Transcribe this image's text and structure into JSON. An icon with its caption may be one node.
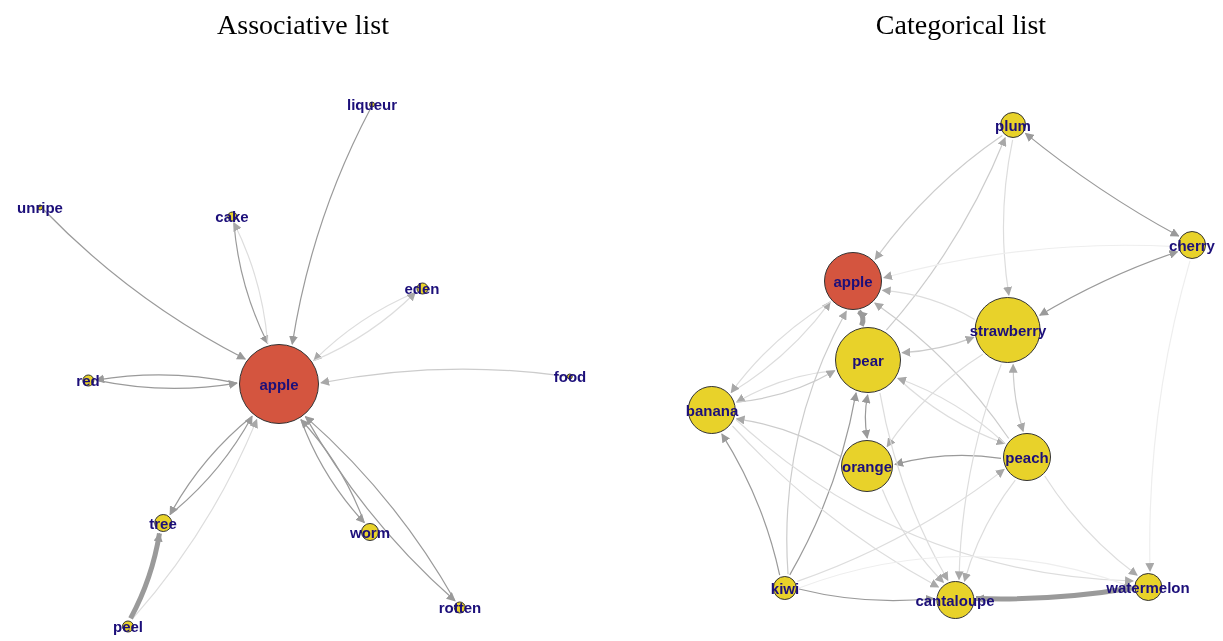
{
  "diagram": {
    "nodes": [
      {
        "text": [
          "apple"
        ]
      },
      {
        "text": [
          "liqueur"
        ]
      },
      {
        "text": [
          "unripe"
        ]
      },
      {
        "text": [
          "cake"
        ]
      },
      {
        "text": [
          "eden"
        ]
      },
      {
        "text": [
          "food"
        ]
      },
      {
        "text": [
          "red"
        ]
      },
      {
        "text": [
          "tree"
        ]
      },
      {
        "text": [
          "worm"
        ]
      },
      {
        "text": [
          "rotten"
        ]
      },
      {
        "text": [
          "peel"
        ]
      },
      {
        "text": [
          "plum"
        ]
      },
      {
        "text": [
          "cherry"
        ]
      },
      {
        "text": [
          "apple"
        ]
      },
      {
        "text": [
          "strawberry"
        ]
      },
      {
        "text": [
          "pear"
        ]
      },
      {
        "text": [
          "banana"
        ]
      },
      {
        "text": [
          "orange"
        ]
      },
      {
        "text": [
          "peach"
        ]
      },
      {
        "text": [
          "kiwi"
        ]
      },
      {
        "text": [
          "cantaloupe"
        ]
      },
      {
        "text": [
          "watermelon"
        ]
      }
    ],
    "edges": [
      {
        "from": 1,
        "to": 0,
        "arrow": "to"
      },
      {
        "from": 2,
        "to": 0,
        "arrow": "to"
      },
      {
        "from": 3,
        "to": 0,
        "arrow": "to"
      },
      {
        "from": 0,
        "to": 3,
        "arrow": "to",
        "color": "#dddddd"
      },
      {
        "from": 4,
        "to": 0,
        "arrow": "to",
        "color": "#dddddd"
      },
      {
        "from": 0,
        "to": 4,
        "arrow": "to",
        "color": "#dddddd"
      },
      {
        "from": 5,
        "to": 0,
        "arrow": "to",
        "color": "#cccccc"
      },
      {
        "from": 6,
        "to": 0,
        "arrow": "to"
      },
      {
        "from": 0,
        "to": 6,
        "arrow": "to"
      },
      {
        "from": 7,
        "to": 0,
        "arrow": "to"
      },
      {
        "from": 0,
        "to": 7,
        "arrow": "to"
      },
      {
        "from": 10,
        "to": 0,
        "arrow": "to",
        "color": "#dddddd"
      },
      {
        "from": 10,
        "to": 7,
        "arrow": "to",
        "style": "thick"
      },
      {
        "from": 8,
        "to": 0,
        "arrow": "to"
      },
      {
        "from": 0,
        "to": 8,
        "arrow": "to"
      },
      {
        "from": 9,
        "to": 0,
        "arrow": "to"
      },
      {
        "from": 0,
        "to": 9,
        "arrow": "to"
      },
      {
        "from": 11,
        "to": 13,
        "arrow": "to",
        "color": "#cccccc"
      },
      {
        "from": 15,
        "to": 11,
        "arrow": "to",
        "color": "#cccccc"
      },
      {
        "from": 11,
        "to": 14,
        "arrow": "to",
        "color": "#dddddd"
      },
      {
        "from": 11,
        "to": 12,
        "arrow": "both"
      },
      {
        "from": 12,
        "to": 14,
        "arrow": "both"
      },
      {
        "from": 12,
        "to": 13,
        "arrow": "to",
        "color": "#eeeeee"
      },
      {
        "from": 12,
        "to": 21,
        "arrow": "to",
        "color": "#eeeeee"
      },
      {
        "from": 15,
        "to": 13,
        "arrow": "to",
        "style": "thick"
      },
      {
        "from": 14,
        "to": 13,
        "arrow": "to",
        "color": "#dddddd"
      },
      {
        "from": 18,
        "to": 13,
        "arrow": "to",
        "color": "#cccccc"
      },
      {
        "from": 16,
        "to": 13,
        "arrow": "to",
        "color": "#dddddd"
      },
      {
        "from": 13,
        "to": 16,
        "arrow": "to",
        "color": "#dddddd"
      },
      {
        "from": 15,
        "to": 16,
        "arrow": "to",
        "color": "#dddddd"
      },
      {
        "from": 16,
        "to": 15,
        "arrow": "to",
        "color": "#cccccc"
      },
      {
        "from": 15,
        "to": 14,
        "arrow": "both",
        "color": "#cccccc"
      },
      {
        "from": 15,
        "to": 17,
        "arrow": "both"
      },
      {
        "from": 14,
        "to": 18,
        "arrow": "both",
        "color": "#cccccc"
      },
      {
        "from": 15,
        "to": 18,
        "arrow": "to",
        "color": "#dddddd"
      },
      {
        "from": 18,
        "to": 15,
        "arrow": "to",
        "color": "#dddddd"
      },
      {
        "from": 18,
        "to": 17,
        "arrow": "to"
      },
      {
        "from": 14,
        "to": 17,
        "arrow": "to",
        "color": "#dddddd"
      },
      {
        "from": 17,
        "to": 16,
        "arrow": "to",
        "color": "#cccccc"
      },
      {
        "from": 19,
        "to": 16,
        "arrow": "to"
      },
      {
        "from": 19,
        "to": 15,
        "arrow": "to"
      },
      {
        "from": 19,
        "to": 13,
        "arrow": "to",
        "color": "#cccccc"
      },
      {
        "from": 19,
        "to": 18,
        "arrow": "to",
        "color": "#dddddd"
      },
      {
        "from": 19,
        "to": 20,
        "arrow": "to"
      },
      {
        "from": 20,
        "to": 21,
        "arrow": "both",
        "style": "thick"
      },
      {
        "from": 16,
        "to": 20,
        "arrow": "to",
        "color": "#dddddd"
      },
      {
        "from": 17,
        "to": 20,
        "arrow": "to",
        "color": "#dddddd"
      },
      {
        "from": 15,
        "to": 20,
        "arrow": "to",
        "color": "#dddddd"
      },
      {
        "from": 14,
        "to": 20,
        "arrow": "to",
        "color": "#dddddd"
      },
      {
        "from": 18,
        "to": 20,
        "arrow": "to",
        "color": "#dddddd"
      },
      {
        "from": 16,
        "to": 21,
        "arrow": "to",
        "color": "#dddddd"
      },
      {
        "from": 18,
        "to": 21,
        "arrow": "to",
        "color": "#dddddd"
      },
      {
        "from": 19,
        "to": 21,
        "arrow": "to",
        "color": "#eeeeee"
      }
    ],
    "labels": [
      "Associative list",
      "Categorical list"
    ]
  }
}
